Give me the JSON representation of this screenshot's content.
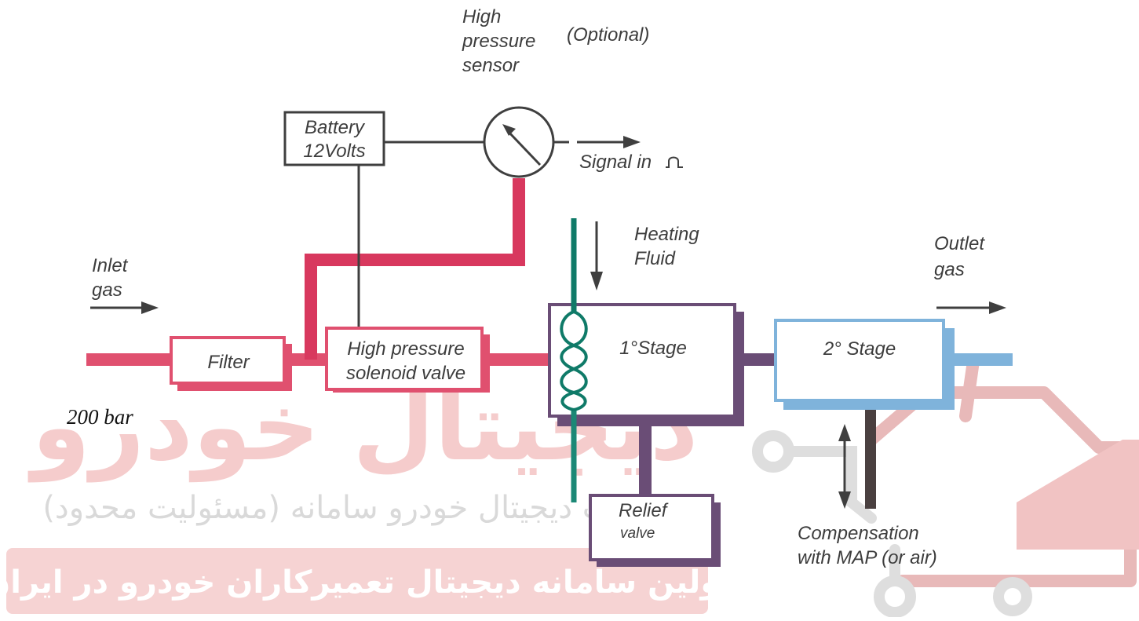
{
  "colors": {
    "inlet_pipe": "#e0506f",
    "pressure_pipe": "#d8385e",
    "purple": "#6a4d76",
    "blue": "#7fb3db",
    "teal": "#0f7a68",
    "line_dark": "#3f3f3f",
    "watermark_red": "#f3c8c8",
    "watermark_gray": "#dcdcdc"
  },
  "labels": {
    "high_pressure_sensor": [
      "High",
      "pressure",
      "sensor"
    ],
    "optional": "(Optional)",
    "battery": [
      "Battery",
      "12Volts"
    ],
    "signal_in": "Signal in",
    "heating_fluid": [
      "Heating",
      "Fluid"
    ],
    "outlet_gas": [
      "Outlet",
      "gas"
    ],
    "inlet_gas": [
      "Inlet",
      "gas"
    ],
    "filter": "Filter",
    "solenoid_valve": [
      "High pressure",
      "solenoid valve"
    ],
    "stage1": "1°Stage",
    "stage2": "2° Stage",
    "pressure_value": "200 bar",
    "relief_valve": [
      "Relief",
      "valve"
    ],
    "compensation": [
      "Compensation",
      "with MAP (or air)"
    ]
  },
  "icons": {
    "pressure_gauge": "gauge-icon",
    "signal": "pulse-icon",
    "heating_coil": "coil-icon"
  },
  "watermark": {
    "logo_text": "دیجیتال خودرو",
    "line1": "شرکت دیجیتال خودرو سامانه (مسئولیت محدود)",
    "line2": "اولین سامانه دیجیتال تعمیرکاران خودرو در ایران"
  }
}
